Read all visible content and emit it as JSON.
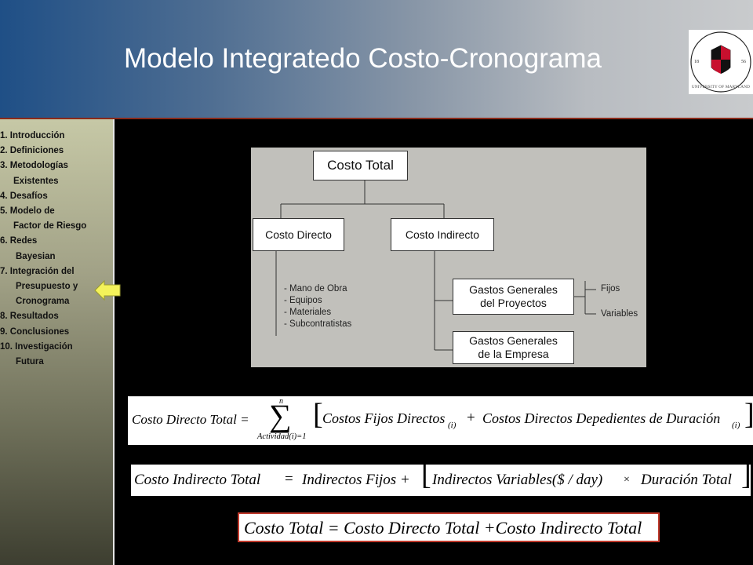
{
  "slide": {
    "title": "Modelo Integratedo Costo-Cronograma"
  },
  "logo": {
    "text": "UNIVERSITY OF MARYLAND",
    "year_left": "18",
    "year_right": "56"
  },
  "colors": {
    "header_left": "#1f4f86",
    "header_right": "#c9cbcd",
    "arrow": "#f4f25a",
    "header_rule": "#8a2a1a"
  },
  "menu": [
    {
      "label": "1. Introducción"
    },
    {
      "label": "2. Definiciones"
    },
    {
      "label": "3. Metodologías"
    },
    {
      "label": "Existentes"
    },
    {
      "label": "4. Desafíos"
    },
    {
      "label": "5. Modelo de"
    },
    {
      "label": "Factor de Riesgo"
    },
    {
      "label": "6.  Redes"
    },
    {
      "label": "Bayesian"
    },
    {
      "label": "7.  Integración del"
    },
    {
      "label": "Presupuesto y"
    },
    {
      "label": "Cronograma"
    },
    {
      "label": "8.  Resultados"
    },
    {
      "label": "9.  Conclusiones"
    },
    {
      "label": "10. Investigación"
    },
    {
      "label": "Futura"
    }
  ],
  "diagram": {
    "root": "Costo Total",
    "direct": "Costo Directo",
    "indirect": "Costo Indirecto",
    "direct_items": [
      "- Mano de Obra",
      "- Equipos",
      "- Materiales",
      "- Subcontratistas"
    ],
    "project_overhead_line1": "Gastos Generales",
    "project_overhead_line2": "del Proyectos",
    "company_overhead_line1": "Gastos Generales",
    "company_overhead_line2": "de la Empresa",
    "fixed": "Fijos",
    "variable": "Variables"
  },
  "equations": {
    "eq1_lhs": "Costo Directo Total =",
    "eq1_sum_top": "n",
    "eq1_sum_bottom": "Actividad(i)=1",
    "eq1_term1": "Costos Fijos Directos",
    "eq1_sub": "(i)",
    "eq1_plus": "+",
    "eq1_term2": "Costos Directos Depedientes de Duración",
    "eq2_lhs": "Costo Indirecto Total",
    "eq2_eq": "=",
    "eq2_fixed": "Indirectos Fijos +",
    "eq2_var": "Indirectos Variables($ / day)",
    "eq2_times": "×",
    "eq2_duration": "Duración Total",
    "eq3": "Costo Total = Costo Directo Total +Costo Indirecto Total"
  }
}
